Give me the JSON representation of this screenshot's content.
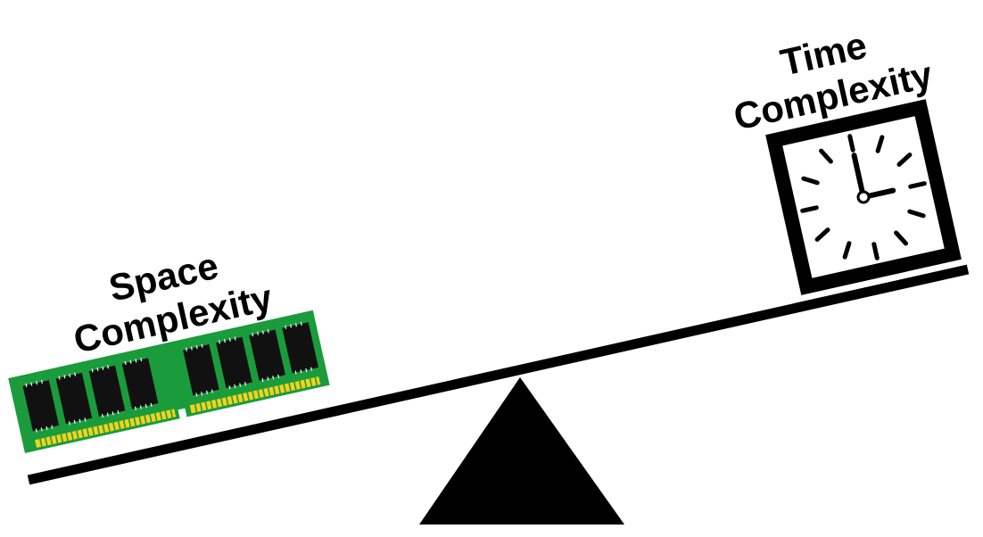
{
  "diagram": {
    "left_label": {
      "line1": "Space",
      "line2": "Complexity"
    },
    "right_label": {
      "line1": "Time",
      "line2": "Complexity"
    },
    "left_object_icon": "ram-memory-module-icon",
    "right_object_icon": "clock-icon",
    "fulcrum_icon": "fulcrum-triangle-icon"
  },
  "colors": {
    "ink": "#000000",
    "pcb_green": "#1a9b3c",
    "chip_black": "#111111",
    "pin_gold": "#f3d21a",
    "background": "#ffffff"
  }
}
